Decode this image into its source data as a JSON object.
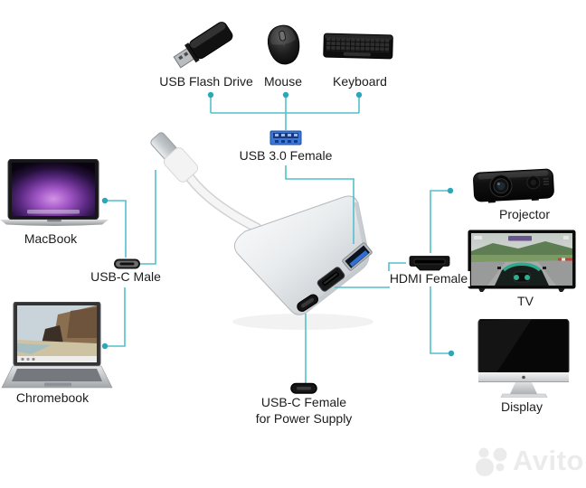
{
  "title": "USB-C multiport adapter connection diagram",
  "colors": {
    "background": "#ffffff",
    "connector_line": "#52c1cb",
    "connector_dot": "#2ba7b9",
    "label_text": "#1c1c1c",
    "usb3_port_blue": "#2f6fd6",
    "adapter_silver": "#d9dde0"
  },
  "nodes": {
    "usb_flash_drive": {
      "label": "USB Flash Drive"
    },
    "mouse": {
      "label": "Mouse"
    },
    "keyboard": {
      "label": "Keyboard"
    },
    "usb3_female": {
      "label": "USB 3.0 Female"
    },
    "macbook": {
      "label": "MacBook"
    },
    "usbc_male": {
      "label": "USB-C Male"
    },
    "chromebook": {
      "label": "Chromebook"
    },
    "projector": {
      "label": "Projector"
    },
    "hdmi_female": {
      "label": "HDMI Female"
    },
    "tv": {
      "label": "TV"
    },
    "display": {
      "label": "Display"
    },
    "usbc_female": {
      "label_line1": "USB-C Female",
      "label_line2": "for Power Supply"
    }
  },
  "icons": {
    "usb3_female_port": "blue USB-A 3.0 socket",
    "usbc_male_plug": "gray USB-C pill connector",
    "usbc_female_port": "black USB-C pill socket",
    "hdmi_female_port": "black HDMI socket"
  },
  "watermark": {
    "brand": "Avito"
  }
}
